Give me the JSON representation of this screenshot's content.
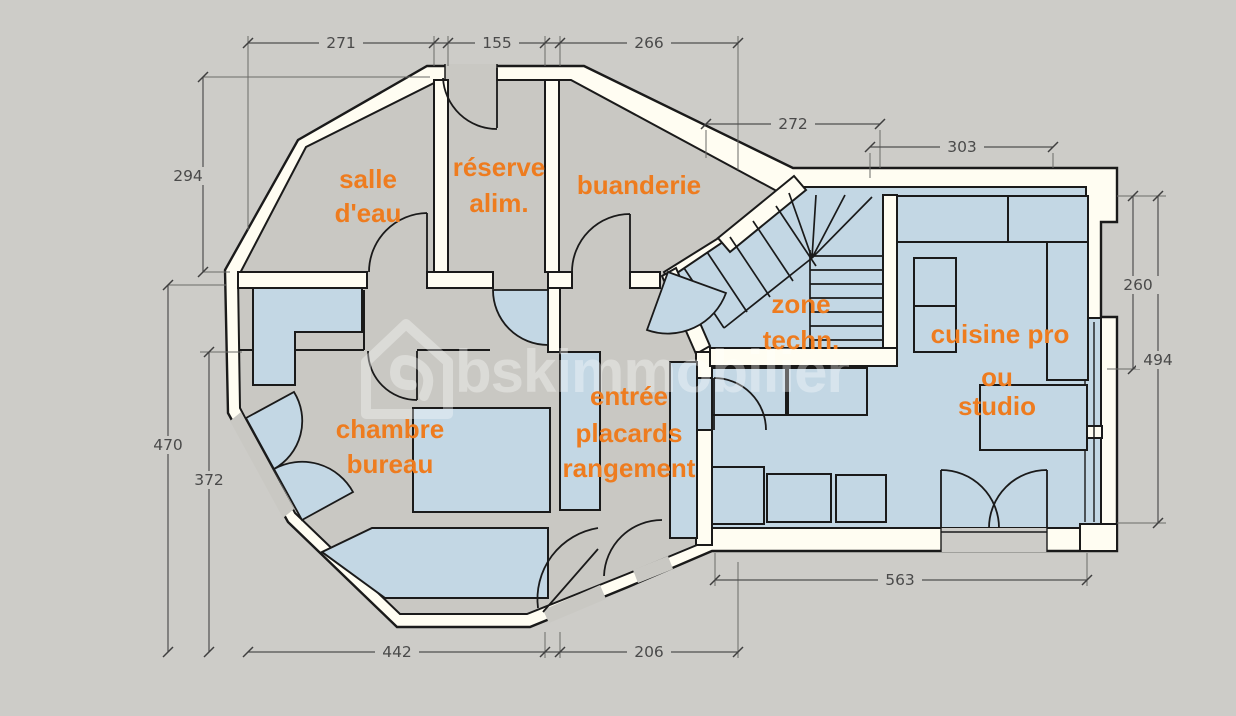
{
  "document": {
    "type": "floor-plan",
    "units": "cm"
  },
  "rooms": {
    "salle_eau": {
      "l1": "salle",
      "l2": "d'eau"
    },
    "reserve": {
      "l1": "réserve",
      "l2": "alim."
    },
    "buanderie": {
      "l1": "buanderie"
    },
    "zone_techn": {
      "l1": "zone",
      "l2": "techn."
    },
    "cuisine": {
      "l1": "cuisine pro",
      "l2": "ou",
      "l3": "studio"
    },
    "chambre": {
      "l1": "chambre",
      "l2": "bureau"
    },
    "entree": {
      "l1": "entrée",
      "l2": "placards",
      "l3": "rangement"
    }
  },
  "dimensions_cm": {
    "top_left": "271",
    "top_middle": "155",
    "top_right": "266",
    "upper_left": "294",
    "mid_top": "272",
    "kitchen_top": "303",
    "right_window": "260",
    "right_total": "494",
    "left_total": "470",
    "left_inner": "372",
    "bottom_left": "442",
    "bottom_middle": "206",
    "bottom_right": "563"
  },
  "watermark": {
    "text": "bskimmobilier",
    "icon": "house-outline-icon"
  },
  "colors": {
    "background": "#cdccc8",
    "floor_gray": "#c9c8c3",
    "room_blue": "#c3d7e4",
    "wall_fill": "#fffdf2",
    "line_black": "#1a1a1a",
    "label_orange": "#ee7c1f",
    "dimension_gray": "#4a4a4a",
    "watermark_white": "rgba(255,255,255,0.34)"
  }
}
